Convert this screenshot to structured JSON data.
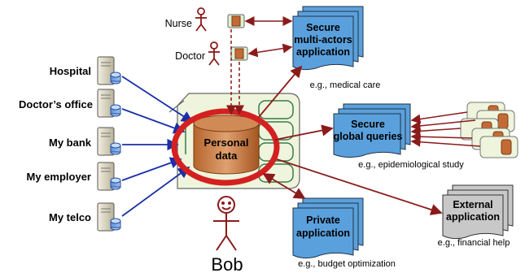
{
  "diagram": {
    "sources": [
      "Hospital",
      "Doctor’s office",
      "My bank",
      "My employer",
      "My telco"
    ],
    "actors": {
      "nurse": "Nurse",
      "doctor": "Doctor",
      "user": "Bob"
    },
    "personal_store": {
      "line1": "Personal",
      "line2": "data"
    },
    "applications": {
      "multi_actor": {
        "line1": "Secure",
        "line2": "multi-actors",
        "line3": "application",
        "caption": "e.g., medical care"
      },
      "global_queries": {
        "line1": "Secure",
        "line2": "global queries",
        "caption": "e.g., epidemiological study"
      },
      "private": {
        "line1": "Private",
        "line2": "application",
        "caption": "e.g., budget optimization"
      },
      "external": {
        "line1": "External",
        "line2": "application",
        "caption": "e.g., financial help"
      }
    },
    "colors": {
      "blue_arrow": "#1a2fa8",
      "dark_red": "#8b1a1a",
      "ring_red": "#d42020",
      "app_blue": "#5aa0dc",
      "app_gray": "#c8c8c8",
      "chip_green": "#eef5dc"
    }
  }
}
